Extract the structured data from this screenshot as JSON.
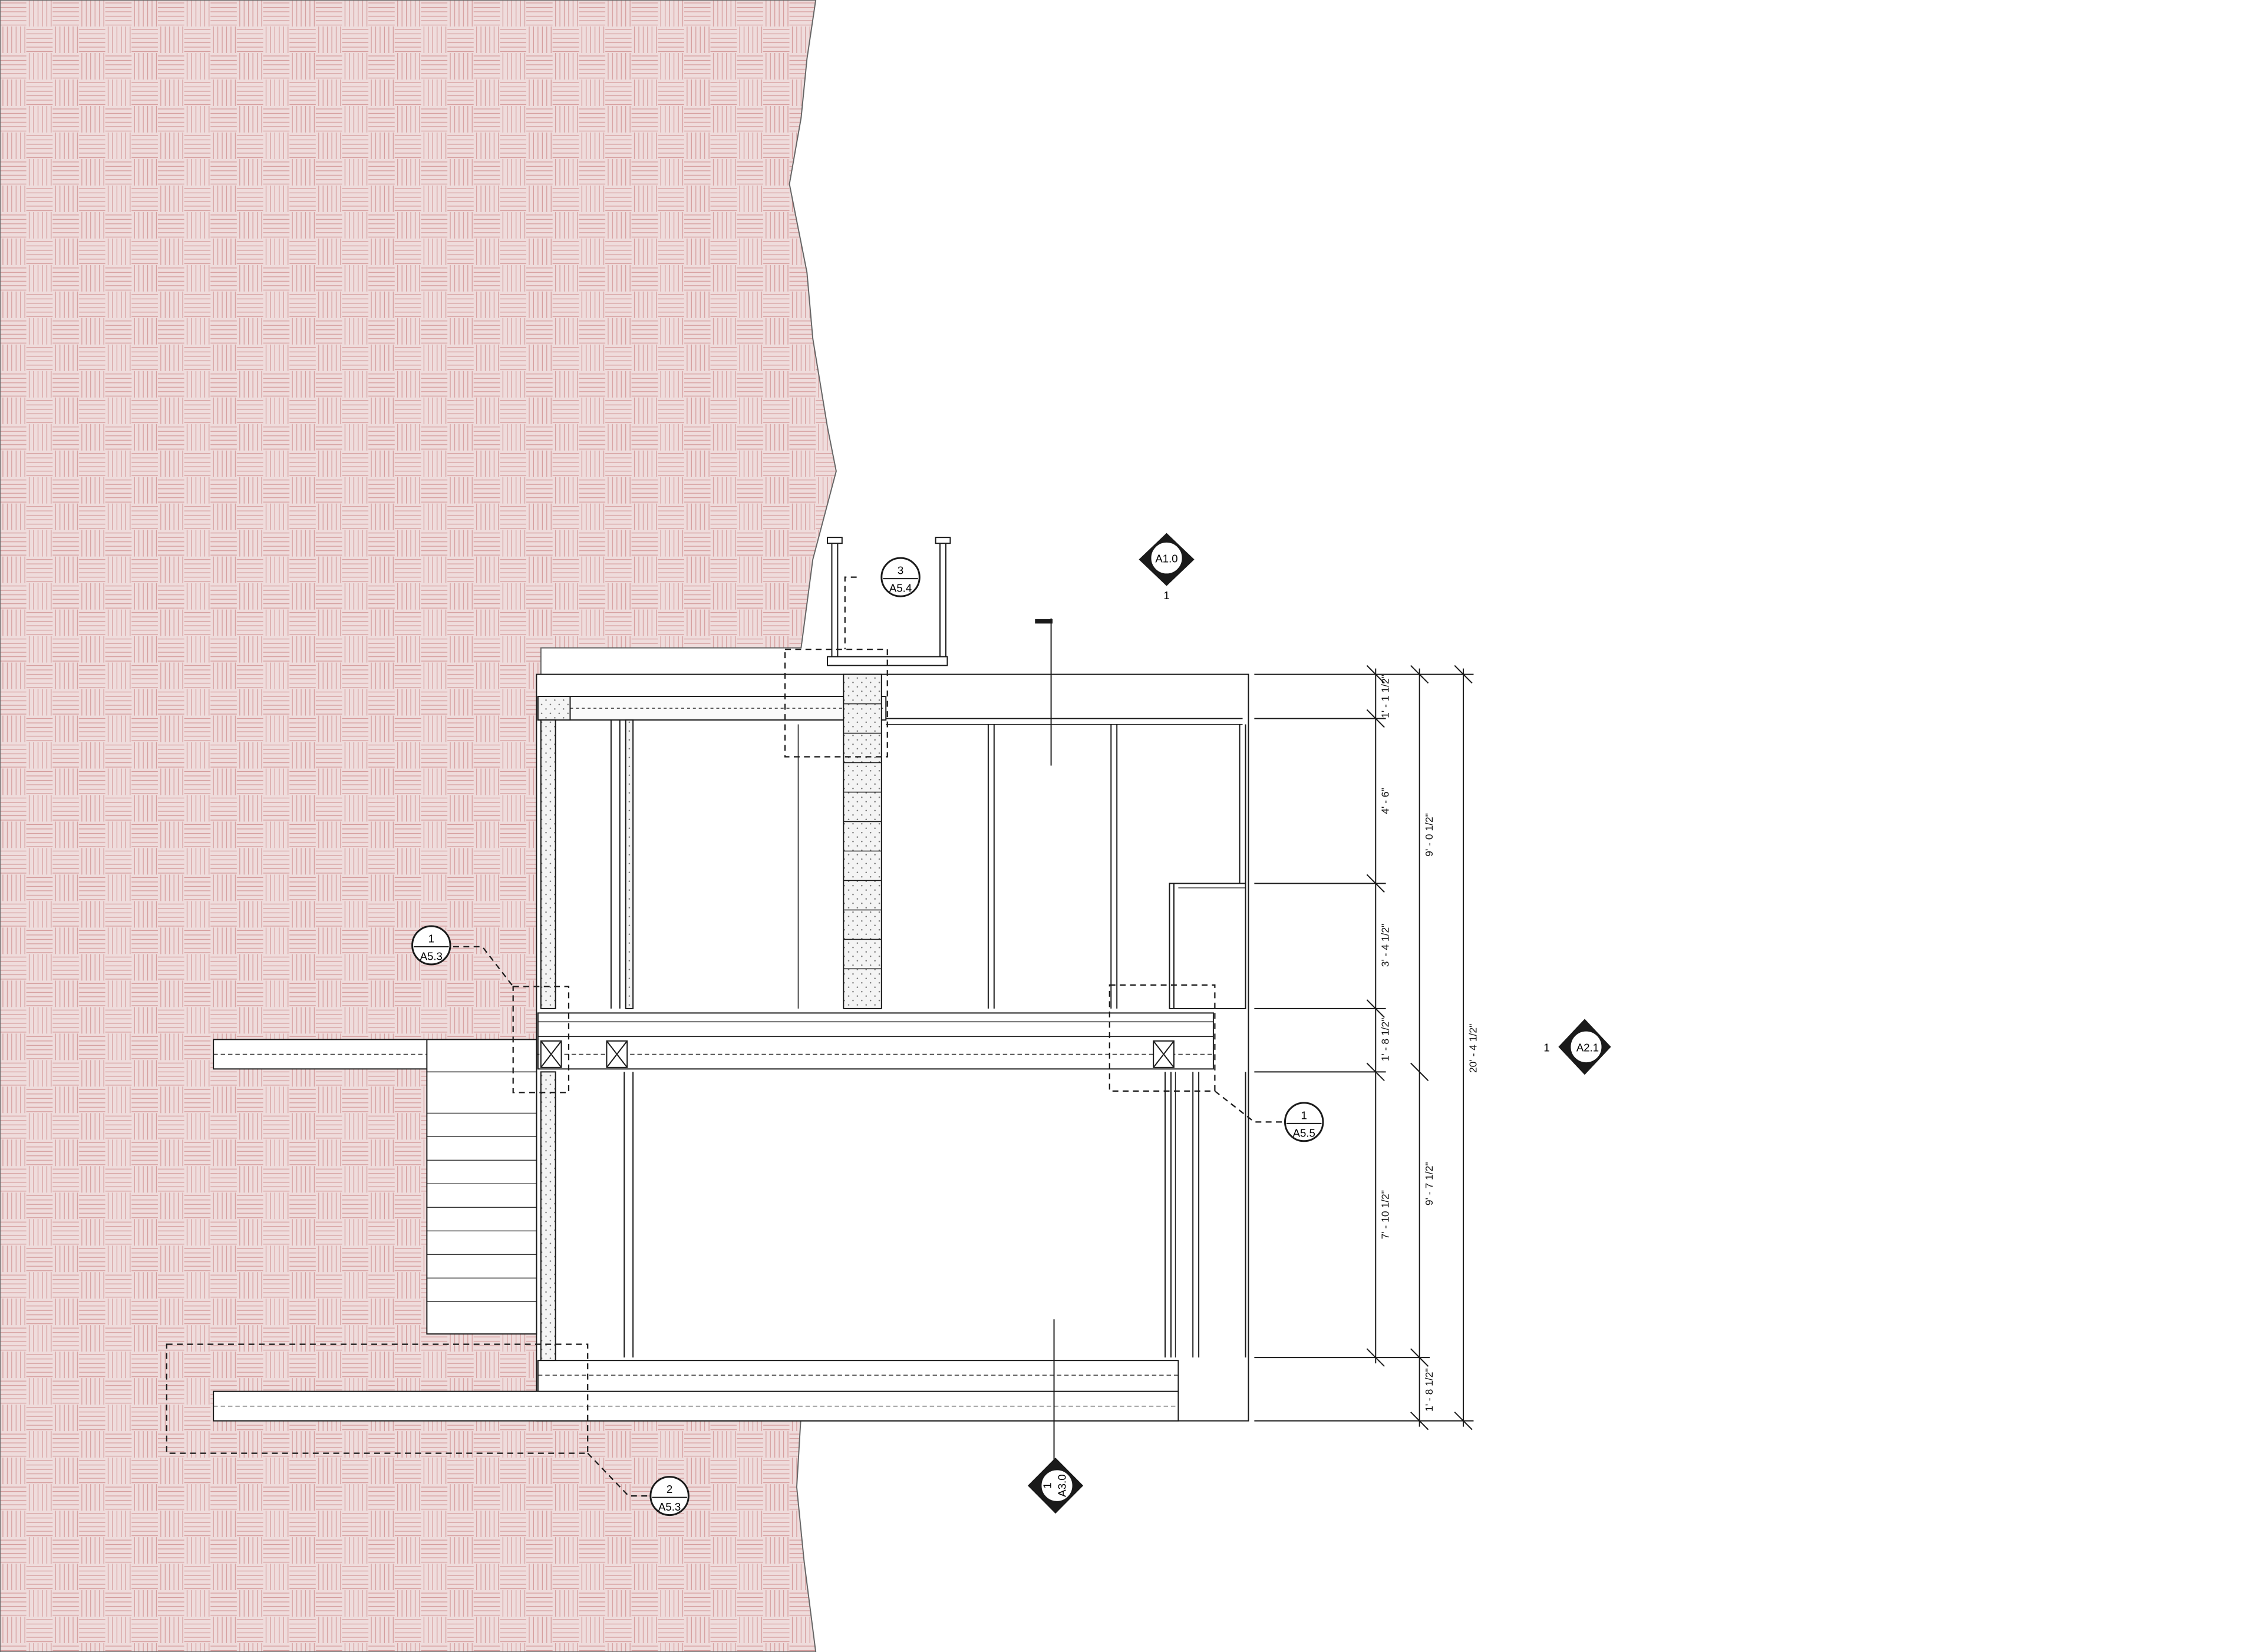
{
  "colors": {
    "earth_fill": "#efdcdc",
    "earth_hatch": "#d49a9a",
    "line": "#1a1a1a",
    "light_line": "#8a8a8a",
    "paper": "#ffffff"
  },
  "section_markers": [
    {
      "key": "a10",
      "number": "",
      "sheet": "A1.0",
      "label": "1"
    },
    {
      "key": "a21",
      "number": "",
      "sheet": "A2.1",
      "label": "1"
    },
    {
      "key": "a30",
      "number": "1",
      "sheet": "A3.0",
      "label": ""
    }
  ],
  "detail_callouts": [
    {
      "key": "d3",
      "number": "3",
      "sheet": "A5.4"
    },
    {
      "key": "d1a",
      "number": "1",
      "sheet": "A5.3"
    },
    {
      "key": "d1b",
      "number": "1",
      "sheet": "A5.5"
    },
    {
      "key": "d2",
      "number": "2",
      "sheet": "A5.3"
    }
  ],
  "dimensions": {
    "inner": [
      "1' - 1 1/2\"",
      "4' - 6\"",
      "3' - 4 1/2\"",
      "1' - 8 1/2\"",
      "7' - 10 1/2\""
    ],
    "middle": [
      "9' - 0 1/2\"",
      "9' - 7 1/2\"",
      "1' - 8 1/2\""
    ],
    "overall": "20' - 4 1/2\""
  }
}
